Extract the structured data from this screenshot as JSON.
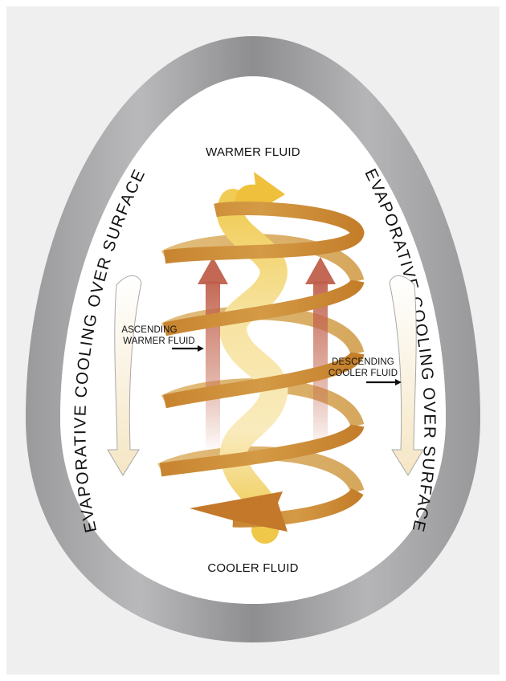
{
  "labels": {
    "top": "WARMER FLUID",
    "bottom": "COOLER FLUID",
    "ascending_line1": "ASCENDING",
    "ascending_line2": "WARMER FLUID",
    "descending_line1": "DESCENDING",
    "descending_line2": "COOLER FLUID",
    "side_left": "EVAPORATIVE COOLING OVER SURFACE",
    "side_right": "EVAPORATIVE COOLING OVER SURFACE"
  },
  "colors": {
    "background_panel": "#efefef",
    "shell_gray": "#9b9b9d",
    "helix_dark": "#c47e2a",
    "helix_light": "#ddb36d",
    "core_yellow": "#efc84a",
    "core_pale": "#f8e5a6",
    "warm_arrow": "#c8705a",
    "cool_arrow": "#f6ead2"
  }
}
